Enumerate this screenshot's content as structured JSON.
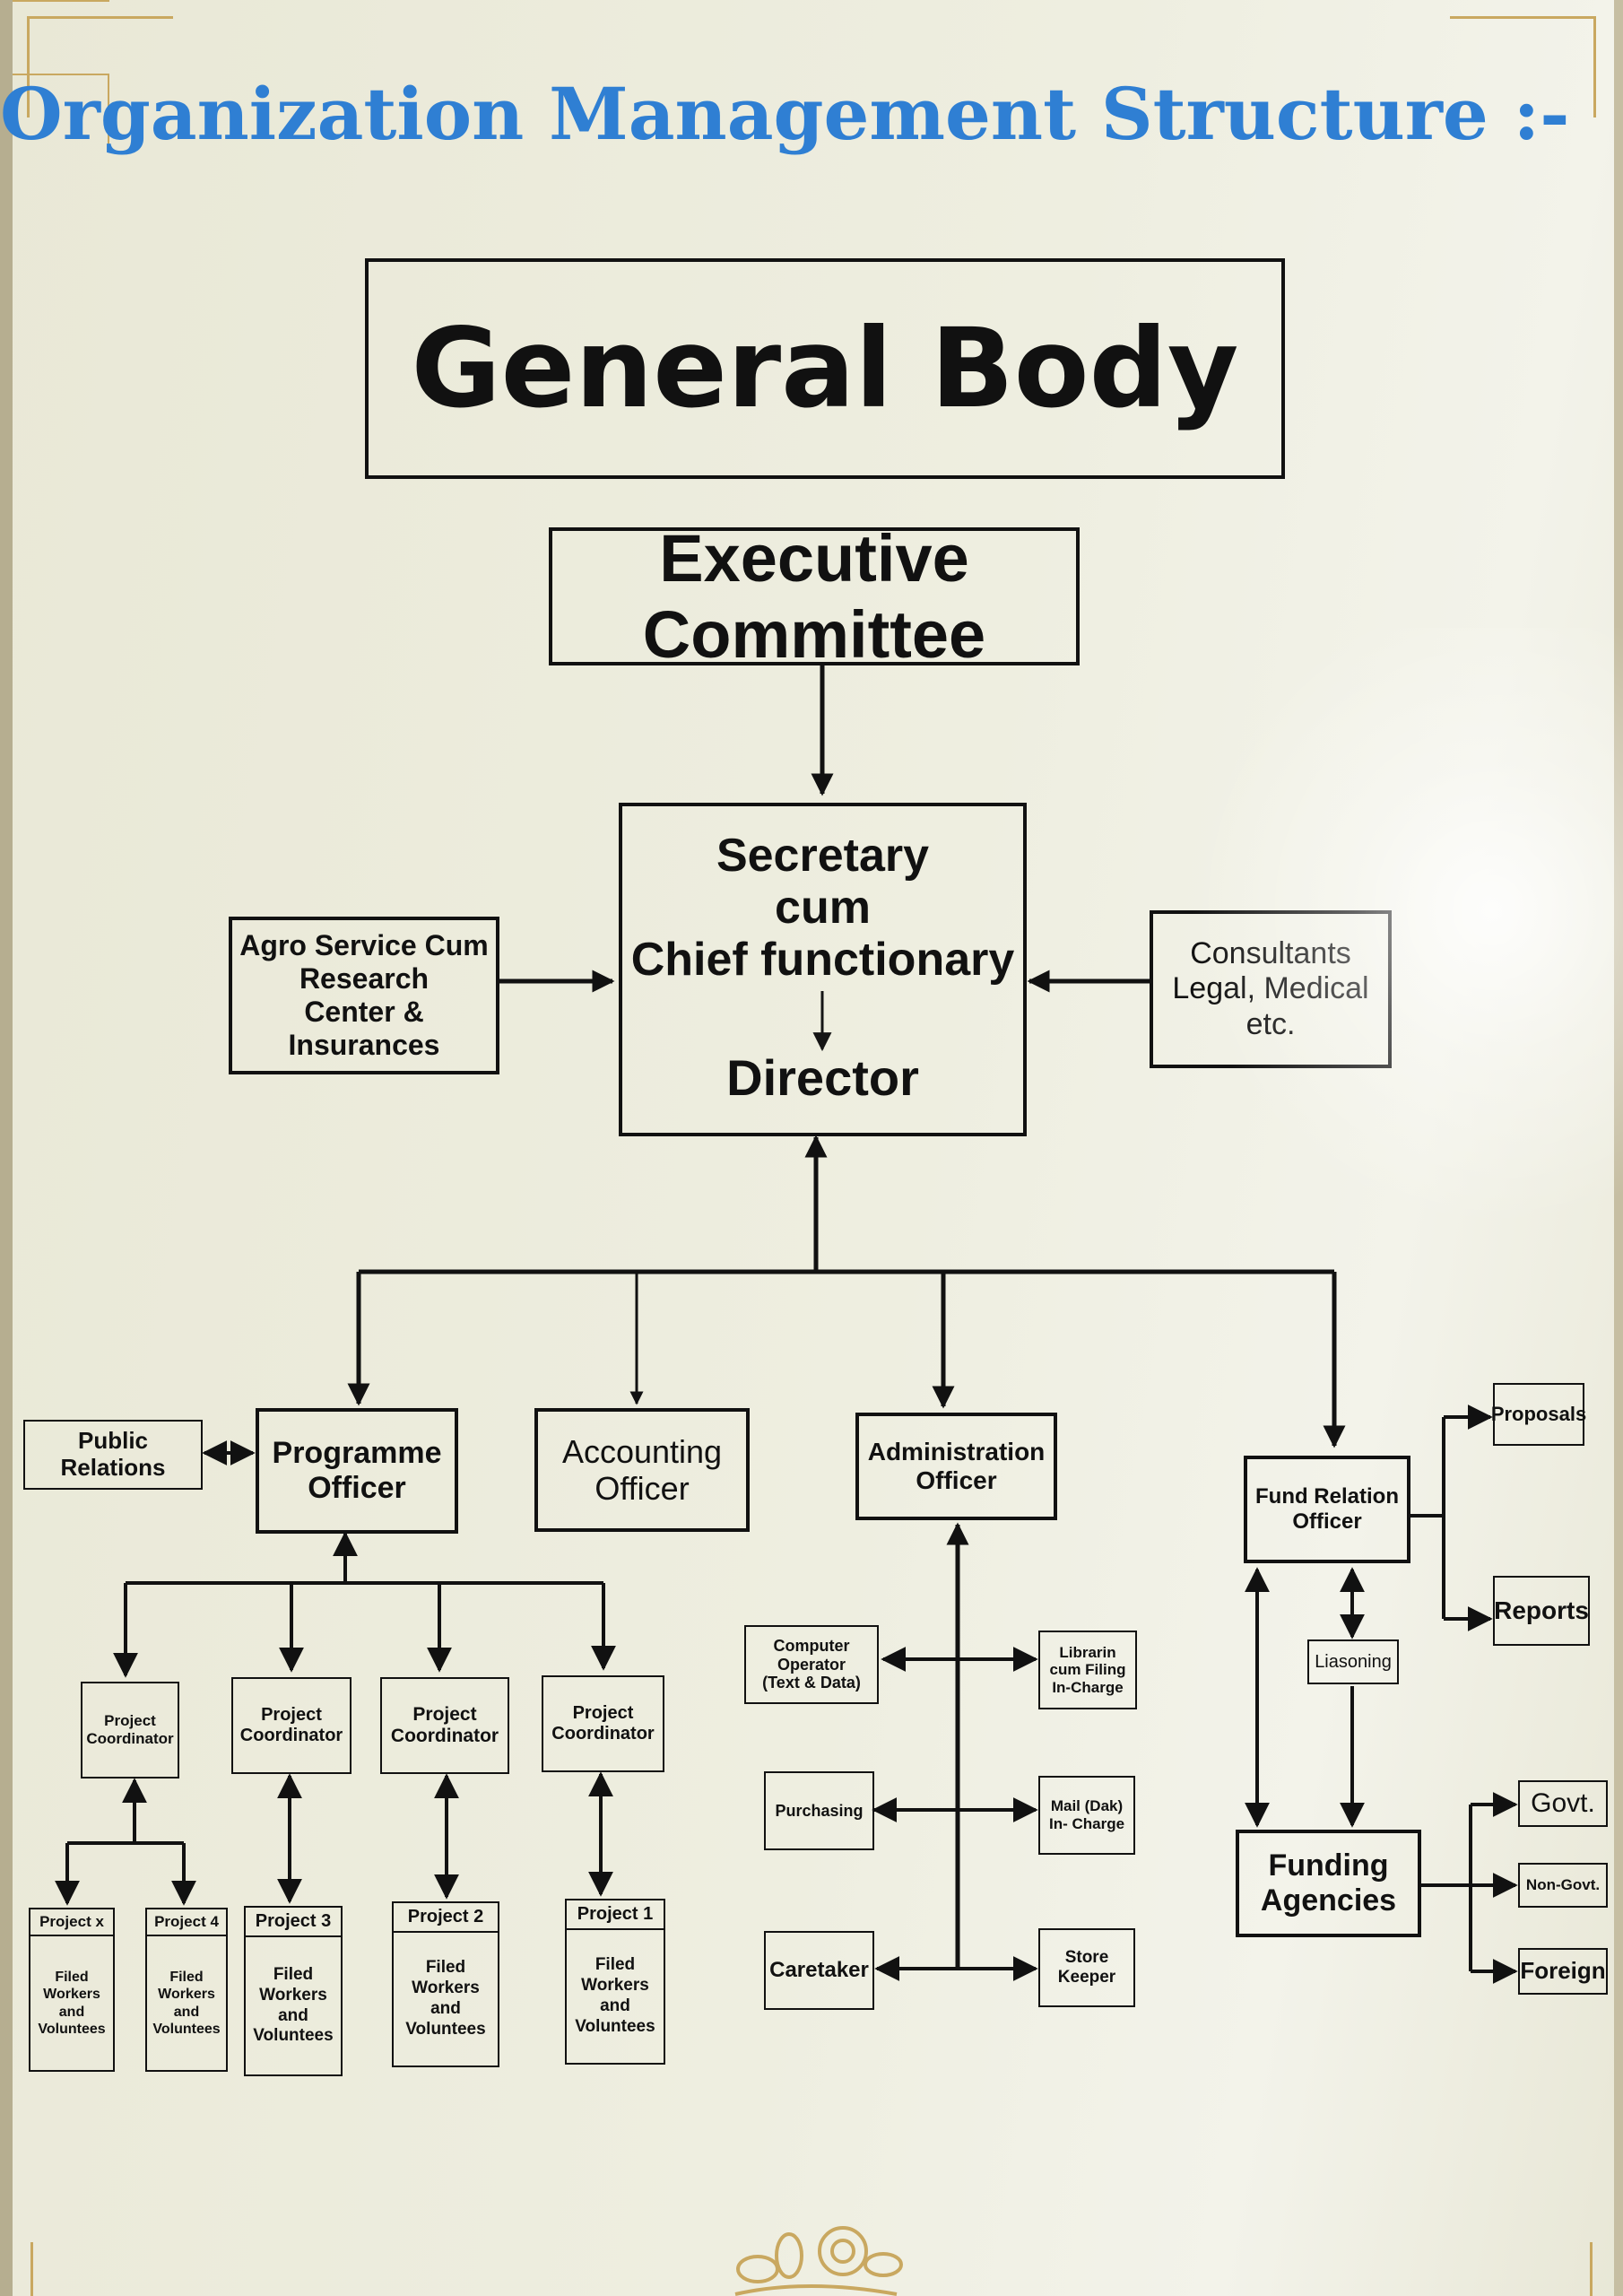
{
  "title": "Organization Management Structure :-",
  "nodes": {
    "general_body": "General Body",
    "executive_committee": "Executive Committee",
    "secretary": "Secretary\ncum\nChief functionary",
    "director": "Director",
    "agro": "Agro Service Cum\nResearch\nCenter &\nInsurances",
    "consultants": "Consultants\nLegal, Medical\netc.",
    "public_relations": "Public Relations",
    "programme_officer": "Programme\nOfficer",
    "accounting_officer": "Accounting\nOfficer",
    "administration_officer": "Administration\nOfficer",
    "fund_relation_officer": "Fund Relation\nOfficer",
    "proposals": "Proposals",
    "reports": "Reports",
    "liasoning": "Liasoning",
    "funding_agencies": "Funding\nAgencies",
    "govt": "Govt.",
    "non_govt": "Non-Govt.",
    "foreign": "Foreign",
    "computer_operator": "Computer\nOperator\n(Text & Data)",
    "librarian": "Librarin\ncum Filing\nIn-Charge",
    "purchasing": "Purchasing",
    "mail": "Mail (Dak)\nIn- Charge",
    "caretaker": "Caretaker",
    "store_keeper": "Store\nKeeper",
    "project_coordinator": "Project\nCoordinator"
  },
  "projects": [
    {
      "name": "Project x",
      "workers": "Filed\nWorkers\nand\nVoluntees"
    },
    {
      "name": "Project 4",
      "workers": "Filed\nWorkers\nand\nVoluntees"
    },
    {
      "name": "Project 3",
      "workers": "Filed\nWorkers\nand\nVoluntees"
    },
    {
      "name": "Project 2",
      "workers": "Filed\nWorkers\nand\nVoluntees"
    },
    {
      "name": "Project 1",
      "workers": "Filed\nWorkers\nand\nVoluntees"
    }
  ],
  "colors": {
    "title": "#2f7fd3",
    "line": "#111111",
    "gold": "#c9a860"
  }
}
